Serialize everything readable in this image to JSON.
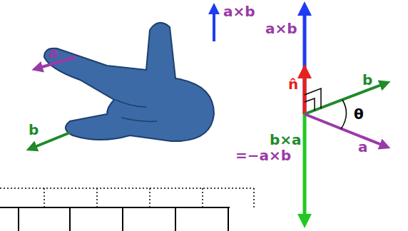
{
  "diagram": {
    "labels": [
      "a×b",
      "a",
      "b",
      "a×b",
      "n̂",
      "b",
      "θ",
      "a",
      "b×a",
      "=−a×b"
    ]
  }
}
